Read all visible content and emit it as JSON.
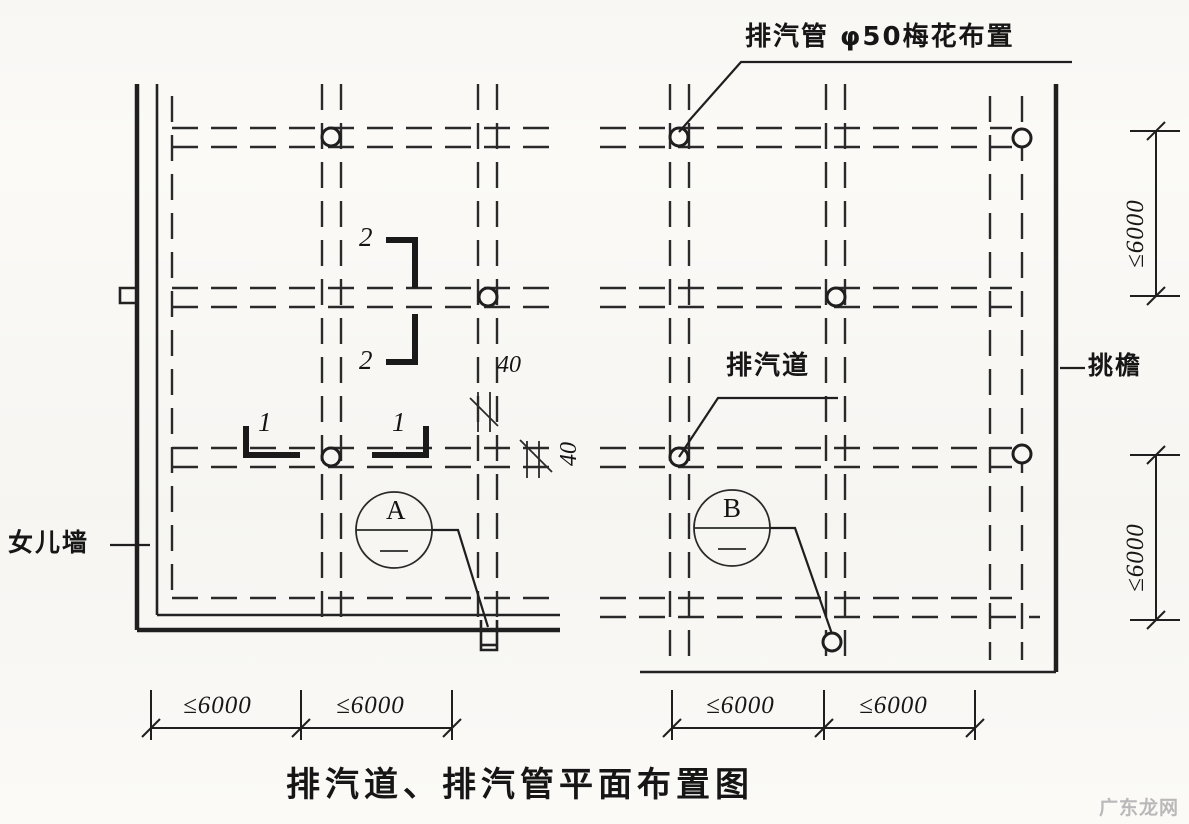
{
  "drawing": {
    "title": "排汽道、排汽管平面布置图",
    "watermark": "广东龙网",
    "annotations": {
      "vent_pipe_note": "排汽管 φ50梅花布置",
      "vent_duct_note": "排汽道",
      "parapet_label": "女儿墙",
      "eave_label": "挑檐"
    },
    "section_marks": [
      {
        "id": "section-2-top",
        "label": "2"
      },
      {
        "id": "section-2-bottom",
        "label": "2"
      },
      {
        "id": "section-1-left",
        "label": "1"
      },
      {
        "id": "section-1-right",
        "label": "1"
      }
    ],
    "detail_bubbles": [
      {
        "id": "detail-a",
        "label": "A"
      },
      {
        "id": "detail-b",
        "label": "B"
      }
    ],
    "thickness_labels": [
      {
        "id": "thickness-horizontal",
        "value": "40"
      },
      {
        "id": "thickness-vertical",
        "value": "40"
      }
    ],
    "dimensions": {
      "bottom_left": [
        "≤6000",
        "≤6000"
      ],
      "bottom_right": [
        "≤6000",
        "≤6000"
      ],
      "right_vertical": [
        "≤6000",
        "≤6000"
      ]
    }
  },
  "colors": {
    "ink": "#1c1c1c",
    "paper": "#fbfaf7",
    "watermark": "#b9b9b9"
  }
}
